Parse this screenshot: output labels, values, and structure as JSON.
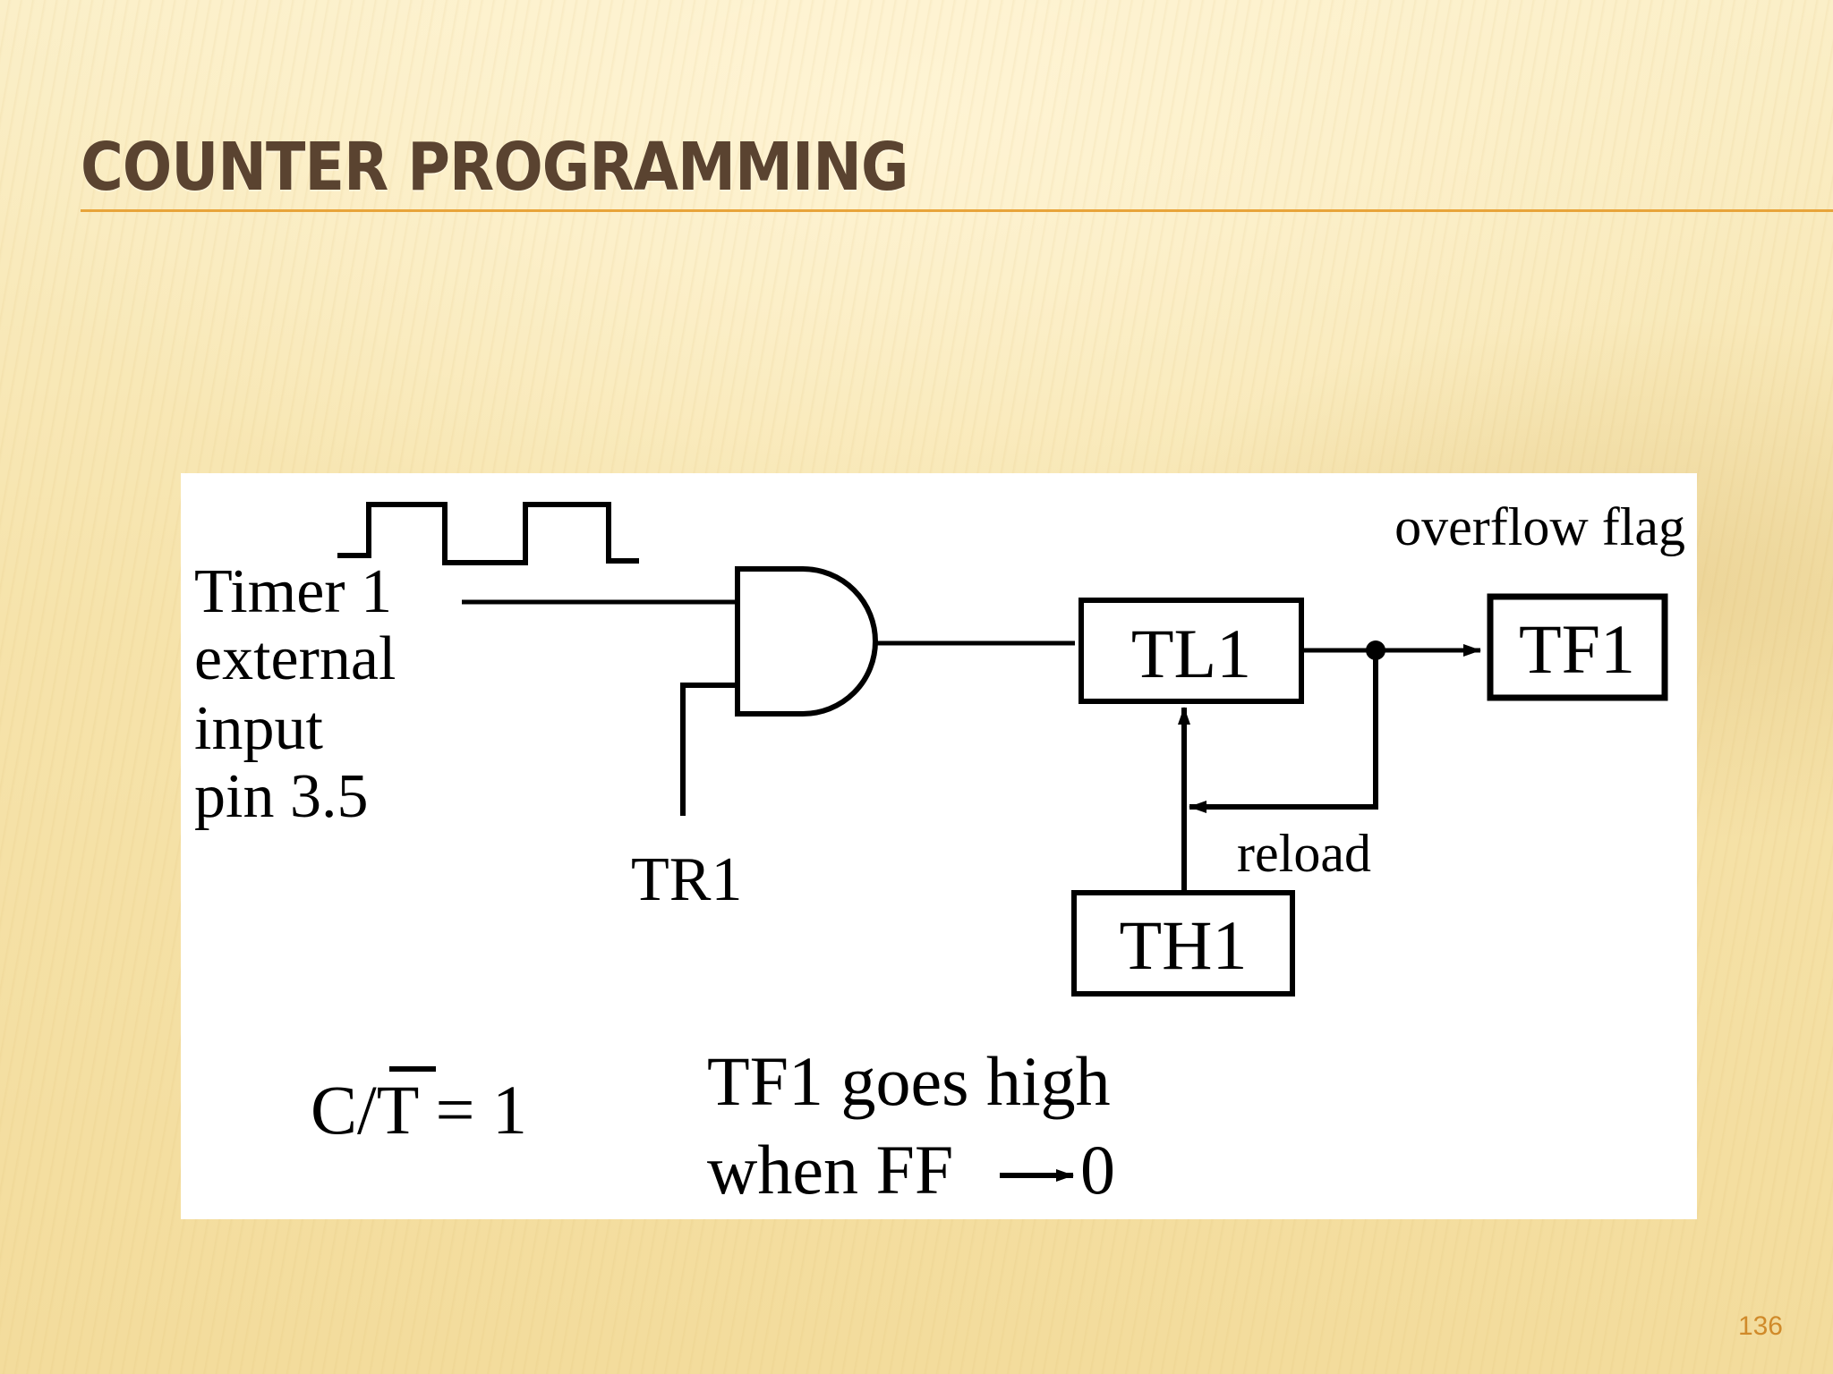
{
  "slide": {
    "title": "COUNTER PROGRAMMING",
    "page_number": "136",
    "accent_color": "#e8a43a",
    "title_color": "#5a4330"
  },
  "diagram": {
    "input_label_lines": [
      "Timer 1",
      "external",
      "input",
      "pin 3.5"
    ],
    "gate_enable_label": "TR1",
    "register_low": "TL1",
    "register_high": "TH1",
    "flag": "TF1",
    "overflow_label": "overflow flag",
    "reload_label": "reload",
    "mode_prefix": "C/",
    "mode_bar_letter": "T",
    "mode_suffix": " = 1",
    "note_line1": "TF1 goes high",
    "note_line2_text": "when FF",
    "note_line2_value": "0",
    "gate_type": "and-gate-icon"
  }
}
